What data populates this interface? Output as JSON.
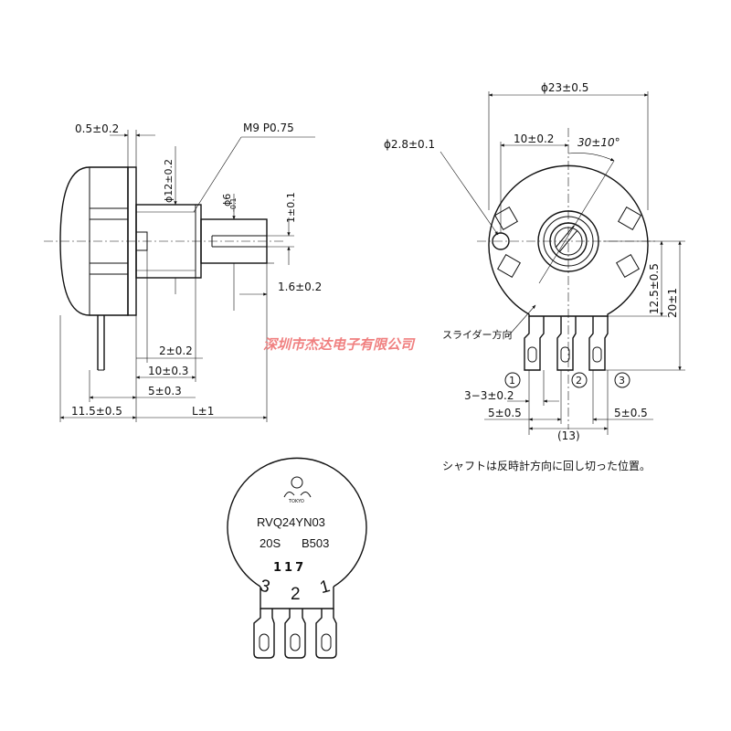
{
  "side_view": {
    "dim_flange": "0.5±0.2",
    "dim_bushing_dia": "ϕ12±0.2",
    "dim_thread": "M9 P0.75",
    "dim_shaft_dia": "ϕ6",
    "dim_shaft_tol": "-0.1",
    "dim_slot_width": "1±0.1",
    "dim_slot_depth": "1.6±0.2",
    "dim_key": "2±0.2",
    "dim_thread_len": "10±0.3",
    "dim_bushing_len": "5±0.3",
    "dim_body": "11.5±0.5",
    "dim_shaft_len": "L±1"
  },
  "front_view": {
    "dim_body_dia": "ϕ23±0.5",
    "dim_hole_dia": "ϕ2.8±0.1",
    "dim_hole_offset": "10±0.2",
    "dim_angle": "30±10°",
    "dim_height": "12.5±0.5",
    "dim_total_height": "20±1",
    "slider_dir": "スライダー方向",
    "term_1": "1",
    "term_2": "2",
    "term_3": "3",
    "dim_term_width": "3−3±0.2",
    "dim_pitch_left": "5±0.5",
    "dim_pitch_right": "5±0.5",
    "dim_span": "(13)"
  },
  "watermark": "深圳市杰达电子有限公司",
  "note": "シャフトは反時計方向に回し切った位置。",
  "label_view": {
    "logo": "TOKYO",
    "model": "RVQ24YN03",
    "spec_left": "20S",
    "spec_right": "B503",
    "lot": "117",
    "pin_3": "3",
    "pin_2": "2",
    "pin_1": "1"
  }
}
